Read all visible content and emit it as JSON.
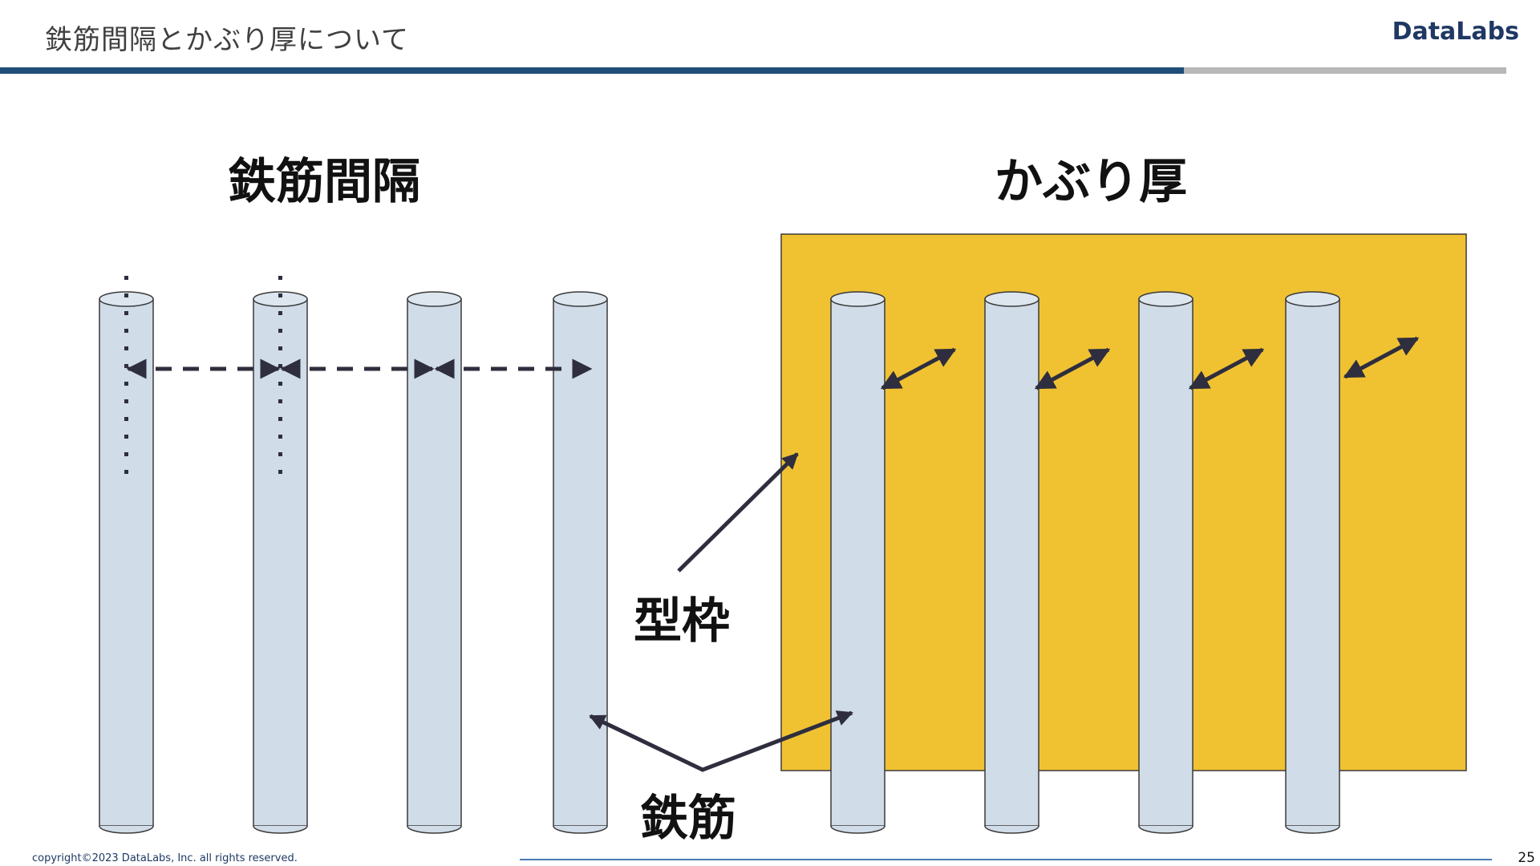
{
  "slide": {
    "title": "鉄筋間隔とかぶり厚について",
    "brand": "DataLabs",
    "copyright": "copyright©2023 DataLabs, Inc. all rights reserved.",
    "page_number": "25"
  },
  "diagram": {
    "heading_spacing": "鉄筋間隔",
    "heading_cover": "かぶり厚",
    "label_formwork": "型枠",
    "label_rebar": "鉄筋",
    "colors": {
      "rebar_fill": "#d0dce8",
      "rebar_top": "#dde6ef",
      "rebar_stroke": "#3a3a3a",
      "formwork_fill": "#f0c232",
      "arrow": "#2e2e3e"
    },
    "icons": {
      "rebar": "cylinder-shape",
      "spacing_arrow": "dashed-double-arrow",
      "cover_arrow": "double-arrow",
      "pointer_arrow": "arrow"
    }
  }
}
